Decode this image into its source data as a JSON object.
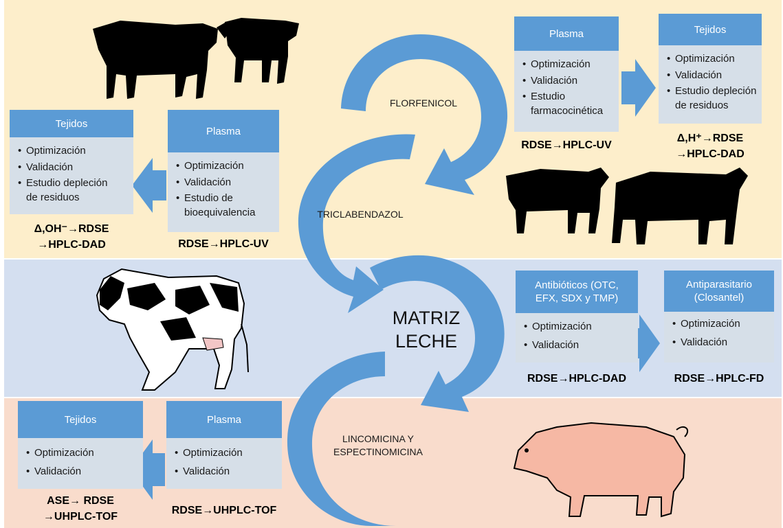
{
  "colors": {
    "band_top": "#fdeecb",
    "band_mid": "#d4dff0",
    "band_bot": "#f9dccc",
    "header_blue": "#5b9bd5",
    "card_body": "#d6dfe8",
    "arrow_blue": "#5b9bd5"
  },
  "flow": {
    "florfenicol": "FLORFENICOL",
    "triclabendazol": "TRICLABENDAZOL",
    "matriz": "MATRIZ\nLECHE",
    "lincomicina": "LINCOMICINA Y\nESPECTINOMICINA"
  },
  "cards": {
    "top_plasma": {
      "title": "Plasma",
      "items": [
        "Optimización",
        "Validación",
        "Estudio\nfarmacocinética"
      ],
      "method": "RDSE→HPLC-UV"
    },
    "top_tejidos": {
      "title": "Tejidos",
      "items": [
        "Optimización",
        "Validación",
        "Estudio depleción\nde residuos"
      ],
      "method": "Δ,H⁺→RDSE\n→HPLC-DAD"
    },
    "left_tejidos": {
      "title": "Tejidos",
      "items": [
        "Optimización",
        "Validación",
        "Estudio depleción\nde residuos"
      ],
      "method": "Δ,OH⁻→RDSE\n→HPLC-DAD"
    },
    "left_plasma": {
      "title": "Plasma",
      "items": [
        "Optimización",
        "Validación",
        "Estudio de\nbioequivalencia"
      ],
      "method": "RDSE→HPLC-UV"
    },
    "mid_antibioticos": {
      "title": "Antibióticos (OTC,\nEFX, SDX y TMP)",
      "items": [
        "Optimización",
        "Validación"
      ],
      "method": "RDSE→HPLC-DAD"
    },
    "mid_antiparasitario": {
      "title": "Antiparasitario\n(Closantel)",
      "items": [
        "Optimización",
        "Validación"
      ],
      "method": "RDSE→HPLC-FD"
    },
    "bot_tejidos": {
      "title": "Tejidos",
      "items": [
        "Optimización",
        "Validación"
      ],
      "method": "ASE→ RDSE\n→UHPLC-TOF"
    },
    "bot_plasma": {
      "title": "Plasma",
      "items": [
        "Optimización",
        "Validación"
      ],
      "method": "RDSE→UHPLC-TOF"
    }
  },
  "images": [
    "cattle-silhouette",
    "dairy-cow",
    "pig"
  ]
}
